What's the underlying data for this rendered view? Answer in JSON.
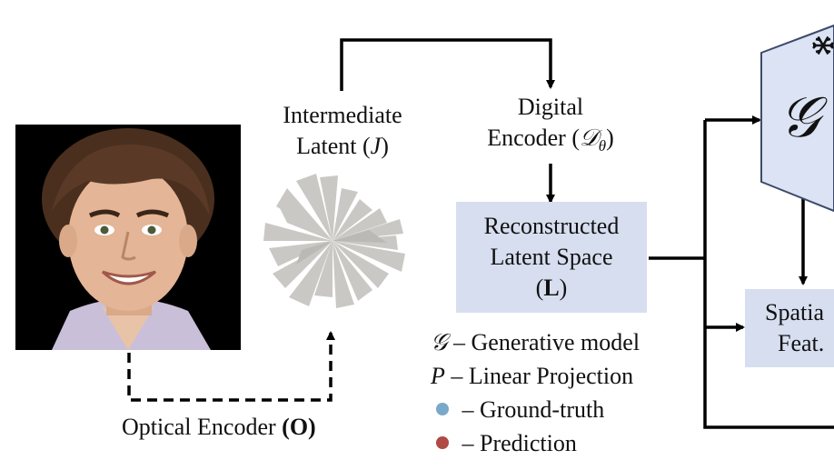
{
  "nodes": {
    "intermediate_latent": {
      "line1": "Intermediate",
      "line2": "Latent (",
      "symbol": "J",
      "line2_end": ")"
    },
    "digital_encoder": {
      "line1": "Digital",
      "line2": "Encoder (",
      "symbol": "𝒟",
      "subscript": "θ",
      "line2_end": ")"
    },
    "reconstructed": {
      "line1": "Reconstructed",
      "line2": "Latent Space",
      "line3_open": "(",
      "line3_bold": "L",
      "line3_close": ")"
    },
    "generator": {
      "symbol": "𝒢"
    },
    "spatial_feat": {
      "line1": "Spatia",
      "line2": "Feat."
    },
    "optical_encoder": {
      "text": "Optical Encoder ",
      "bold": "(O)"
    }
  },
  "legend": [
    {
      "symbol": "𝒢",
      "text": " – Generative model"
    },
    {
      "symbol": "P",
      "text": " – Linear Projection"
    },
    {
      "marker": "dot",
      "text": " – Ground-truth"
    },
    {
      "marker": "dot",
      "text": " – Prediction"
    }
  ],
  "colors": {
    "box_fill": "#d7def0",
    "trapezoid_fill": "#dbe3f4",
    "trapezoid_stroke": "#3d4a6b",
    "ground_truth": "#7aa8c8",
    "prediction": "#b04a44",
    "latent_petals": "#c8c6c2"
  },
  "icons": {
    "frozen": "snowflake-icon",
    "face": "face-photo"
  }
}
